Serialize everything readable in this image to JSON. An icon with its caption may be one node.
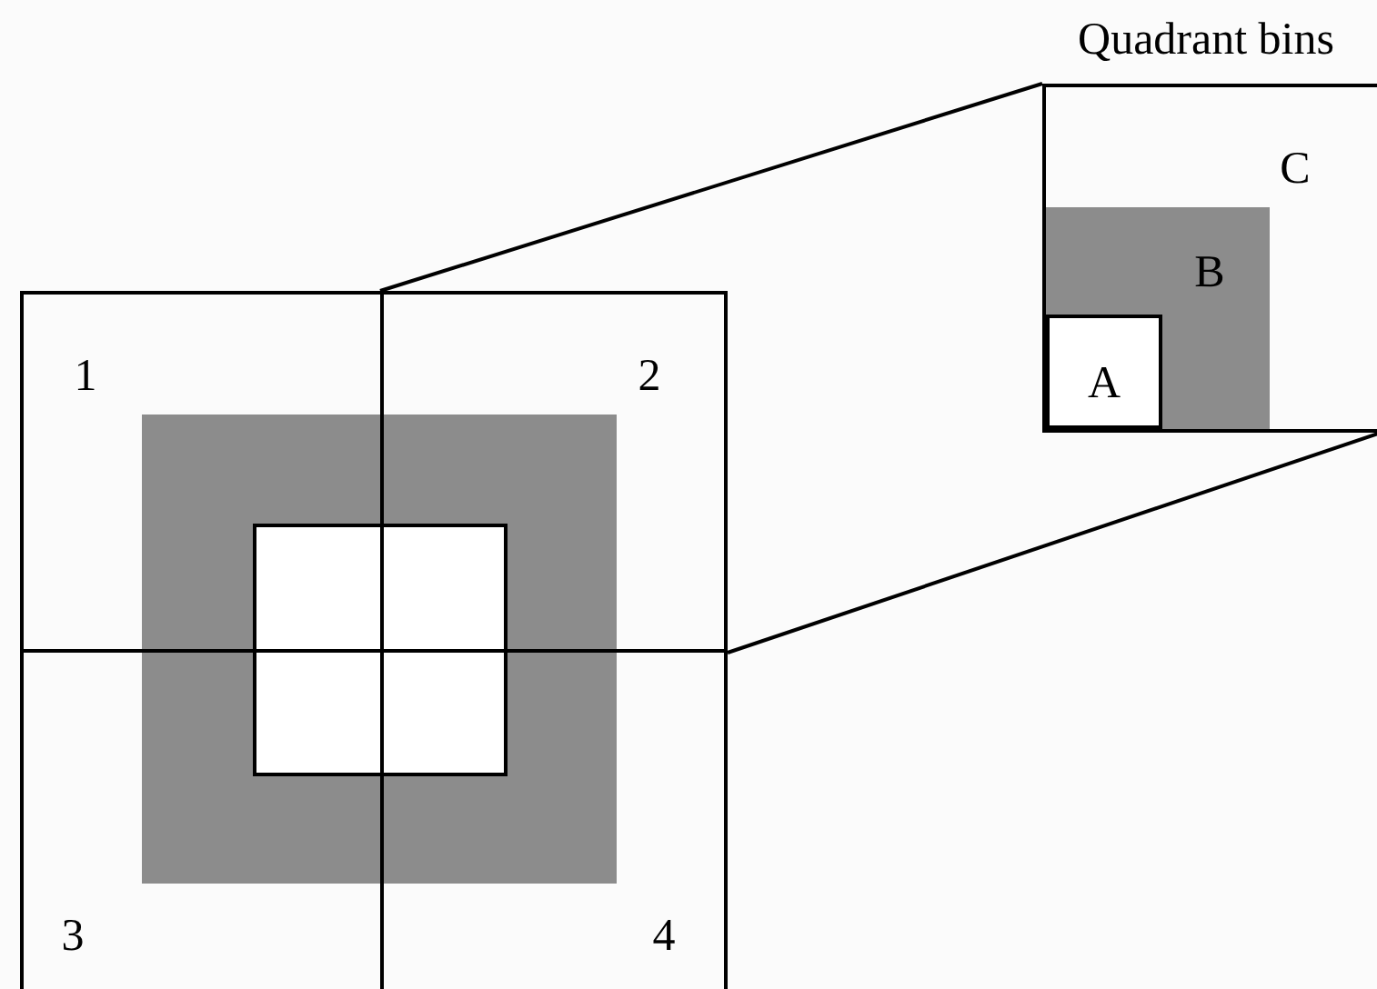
{
  "diagram": {
    "nodes": [
      {
        "text": [
          "1"
        ]
      },
      {
        "text": [
          "2"
        ]
      },
      {
        "text": [
          "3"
        ]
      },
      {
        "text": [
          "4"
        ]
      },
      {
        "text": [
          "Quadrant bins",
          "C"
        ]
      },
      {
        "text": [
          "B"
        ],
        "in": 4
      },
      {
        "text": [
          "A"
        ],
        "in": 5
      }
    ],
    "edges": [
      {
        "from": 1,
        "to": 4,
        "arrow": "none"
      },
      {
        "from": 1,
        "to": 4,
        "arrow": "none"
      }
    ]
  }
}
